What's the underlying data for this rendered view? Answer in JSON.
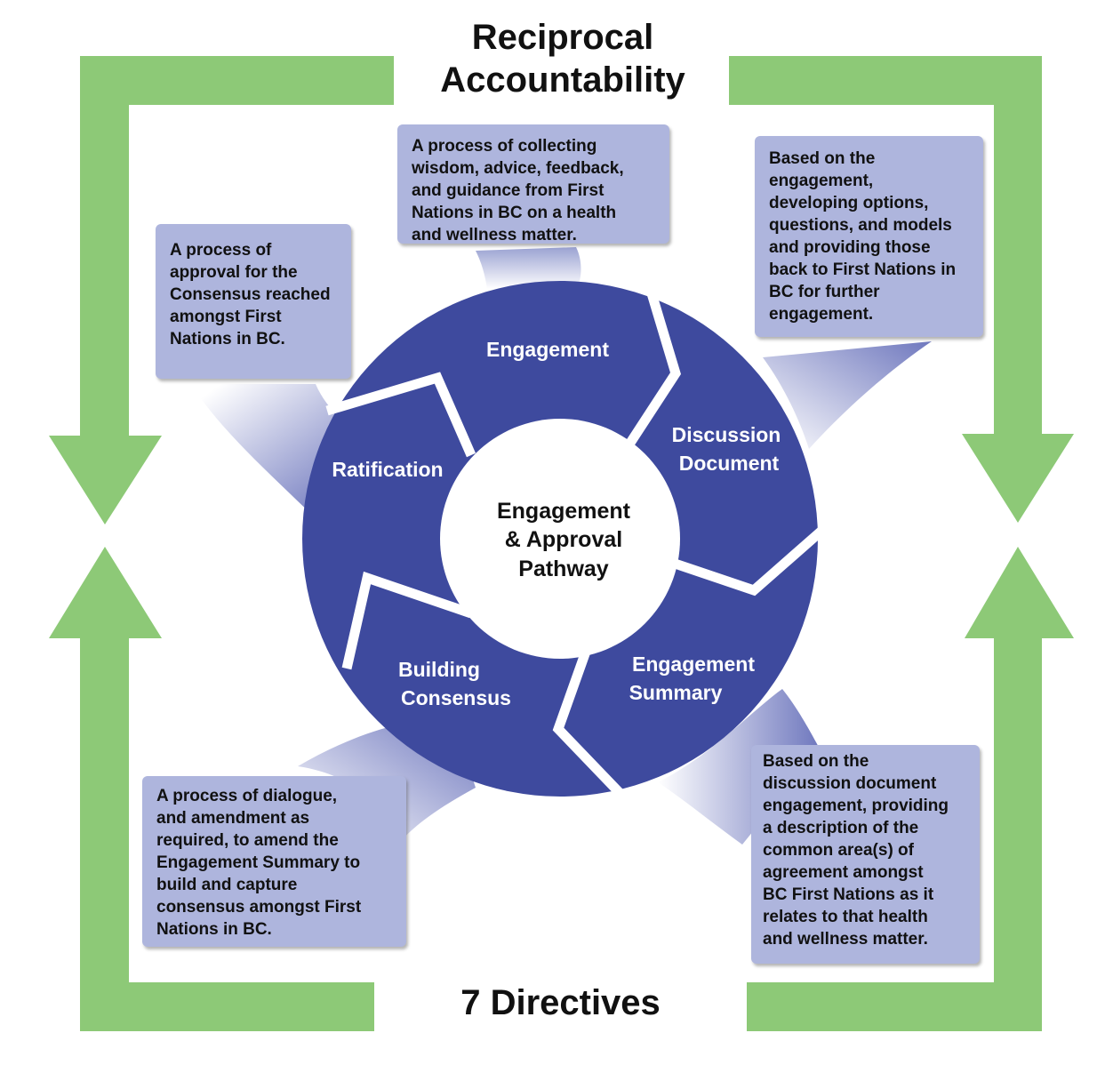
{
  "header": {
    "title_line1": "Reciprocal",
    "title_line2": "Accountability"
  },
  "footer": {
    "title": "7 Directives"
  },
  "center": {
    "line1": "Engagement",
    "line2": "& Approval",
    "line3": "Pathway"
  },
  "segments": {
    "engagement": {
      "line1": "Engagement"
    },
    "discussion": {
      "line1": "Discussion",
      "line2": "Document"
    },
    "summary": {
      "line1": "Engagement",
      "line2": "Summary"
    },
    "consensus": {
      "line1": "Building",
      "line2": "Consensus"
    },
    "ratification": {
      "line1": "Ratification"
    }
  },
  "descriptions": {
    "engagement": "A process of collecting\nwisdom, advice, feedback,\nand guidance from First\nNations in BC on a health\nand wellness matter.",
    "ratification": "A process of\napproval for the\nConsensus reached\namongst First\nNations in BC.",
    "discussion": "Based on the\nengagement,\ndeveloping options,\nquestions, and models\nand providing those\nback to First Nations in\nBC for further\nengagement.",
    "consensus": "A process of dialogue,\nand amendment as\nrequired, to amend the\nEngagement Summary to\nbuild and capture\nconsensus amongst First\nNations in BC.",
    "summary": "Based on the\ndiscussion document\nengagement, providing\na description of the\ncommon area(s) of\nagreement amongst\nBC First Nations as it\nrelates to that health\nand wellness matter."
  },
  "colors": {
    "arrow_green": "#8dc977",
    "segment_blue": "#3e4a9e",
    "box_fill": "#aeb5dd",
    "text_dark": "#111111",
    "text_light": "#ffffff"
  }
}
